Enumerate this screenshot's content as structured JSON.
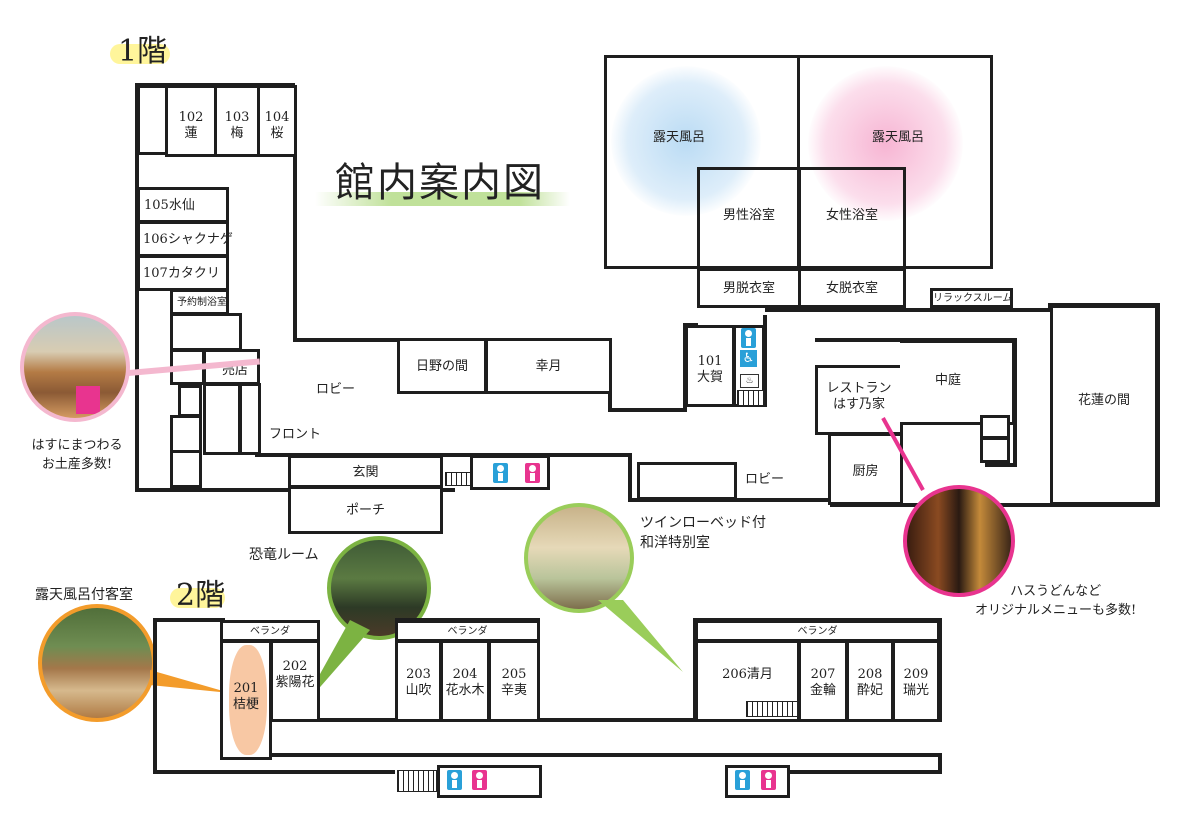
{
  "title": "館内案内図",
  "floor1": {
    "label": "1階",
    "rooms": {
      "r102": "102\n蓮",
      "r103": "103\n梅",
      "r104": "104\n桜",
      "r105": "105水仙",
      "r106": "106シャクナゲ",
      "r107": "107カタクリ",
      "reservation": "予約制浴室",
      "shop": "売店",
      "lobby_left": "ロビー",
      "front": "フロント",
      "hino": "日野の間",
      "kogetsu": "幸月",
      "r101": "101\n大賀",
      "entrance": "玄関",
      "porch": "ポーチ",
      "lobby_right": "ロビー",
      "restaurant": "レストラン\nはす乃家",
      "courtyard": "中庭",
      "kitchen": "厨房",
      "karen": "花蓮の間",
      "outdoor_bath_m": "露天風呂",
      "outdoor_bath_f": "露天風呂",
      "bath_m": "男性浴室",
      "bath_f": "女性浴室",
      "dress_m": "男脱衣室",
      "dress_f": "女脱衣室",
      "relax": "リラックスルーム"
    }
  },
  "floor2": {
    "label": "2階",
    "rooms": {
      "veranda1": "ベランダ",
      "veranda2": "ベランダ",
      "veranda3": "ベランダ",
      "r201": "201\n桔梗",
      "r202": "202\n紫陽花",
      "r203": "203\n山吹",
      "r204": "204\n花水木",
      "r205": "205\n辛夷",
      "r206": "206清月",
      "r207": "207\n金輪",
      "r208": "208\n酔妃",
      "r209": "209\n瑞光"
    }
  },
  "callouts": {
    "shop": "はすにまつわる\nお土産多数!",
    "dino": "恐竜ルーム",
    "twin": "ツインローベッド付\n和洋特別室",
    "bathroom": "露天風呂付客室",
    "restaurant": "ハスうどんなど\nオリジナルメニューも多数!"
  },
  "colors": {
    "wall": "#1e1e1e",
    "accent_green": "#7cb342",
    "accent_pink": "#e8348f",
    "accent_orange": "#f39c2b",
    "highlight": "#fff389"
  }
}
